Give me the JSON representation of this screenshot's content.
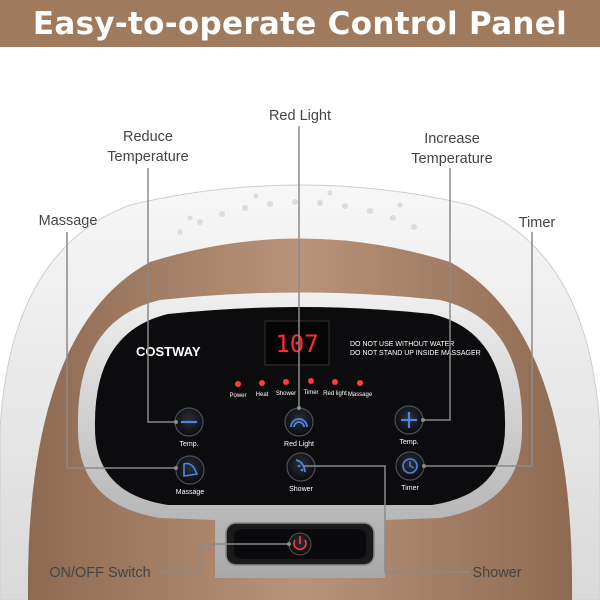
{
  "banner": {
    "title": "Easy-to-operate Control Panel"
  },
  "callouts": {
    "reduce_temperature": [
      "Reduce",
      "Temperature"
    ],
    "red_light": "Red Light",
    "increase_temperature": [
      "Increase",
      "Temperature"
    ],
    "massage": "Massage",
    "timer": "Timer",
    "onoff_switch": "ON/OFF Switch",
    "shower": "Shower"
  },
  "panel": {
    "brand": "COSTWAY",
    "display_value": "107",
    "warnings": [
      "DO NOT USE WITHOUT WATER",
      "DO NOT STAND UP INSIDE MASSAGER"
    ],
    "indicators": [
      "Power",
      "Heat",
      "Shower",
      "Timer",
      "Red light",
      "Massage"
    ],
    "buttons": {
      "temp_down": "Temp.",
      "red_light": "Red Light",
      "temp_up": "Temp.",
      "massage": "Massage",
      "shower": "Shower",
      "timer": "Timer"
    }
  },
  "colors": {
    "banner": "#a07a5c",
    "body_bronze": "#a9846a",
    "shell_white": "#e9e9e9",
    "panel_black": "#0c0c0e",
    "display_red": "#ff2a2a",
    "button_blue": "#2f5fa8"
  }
}
